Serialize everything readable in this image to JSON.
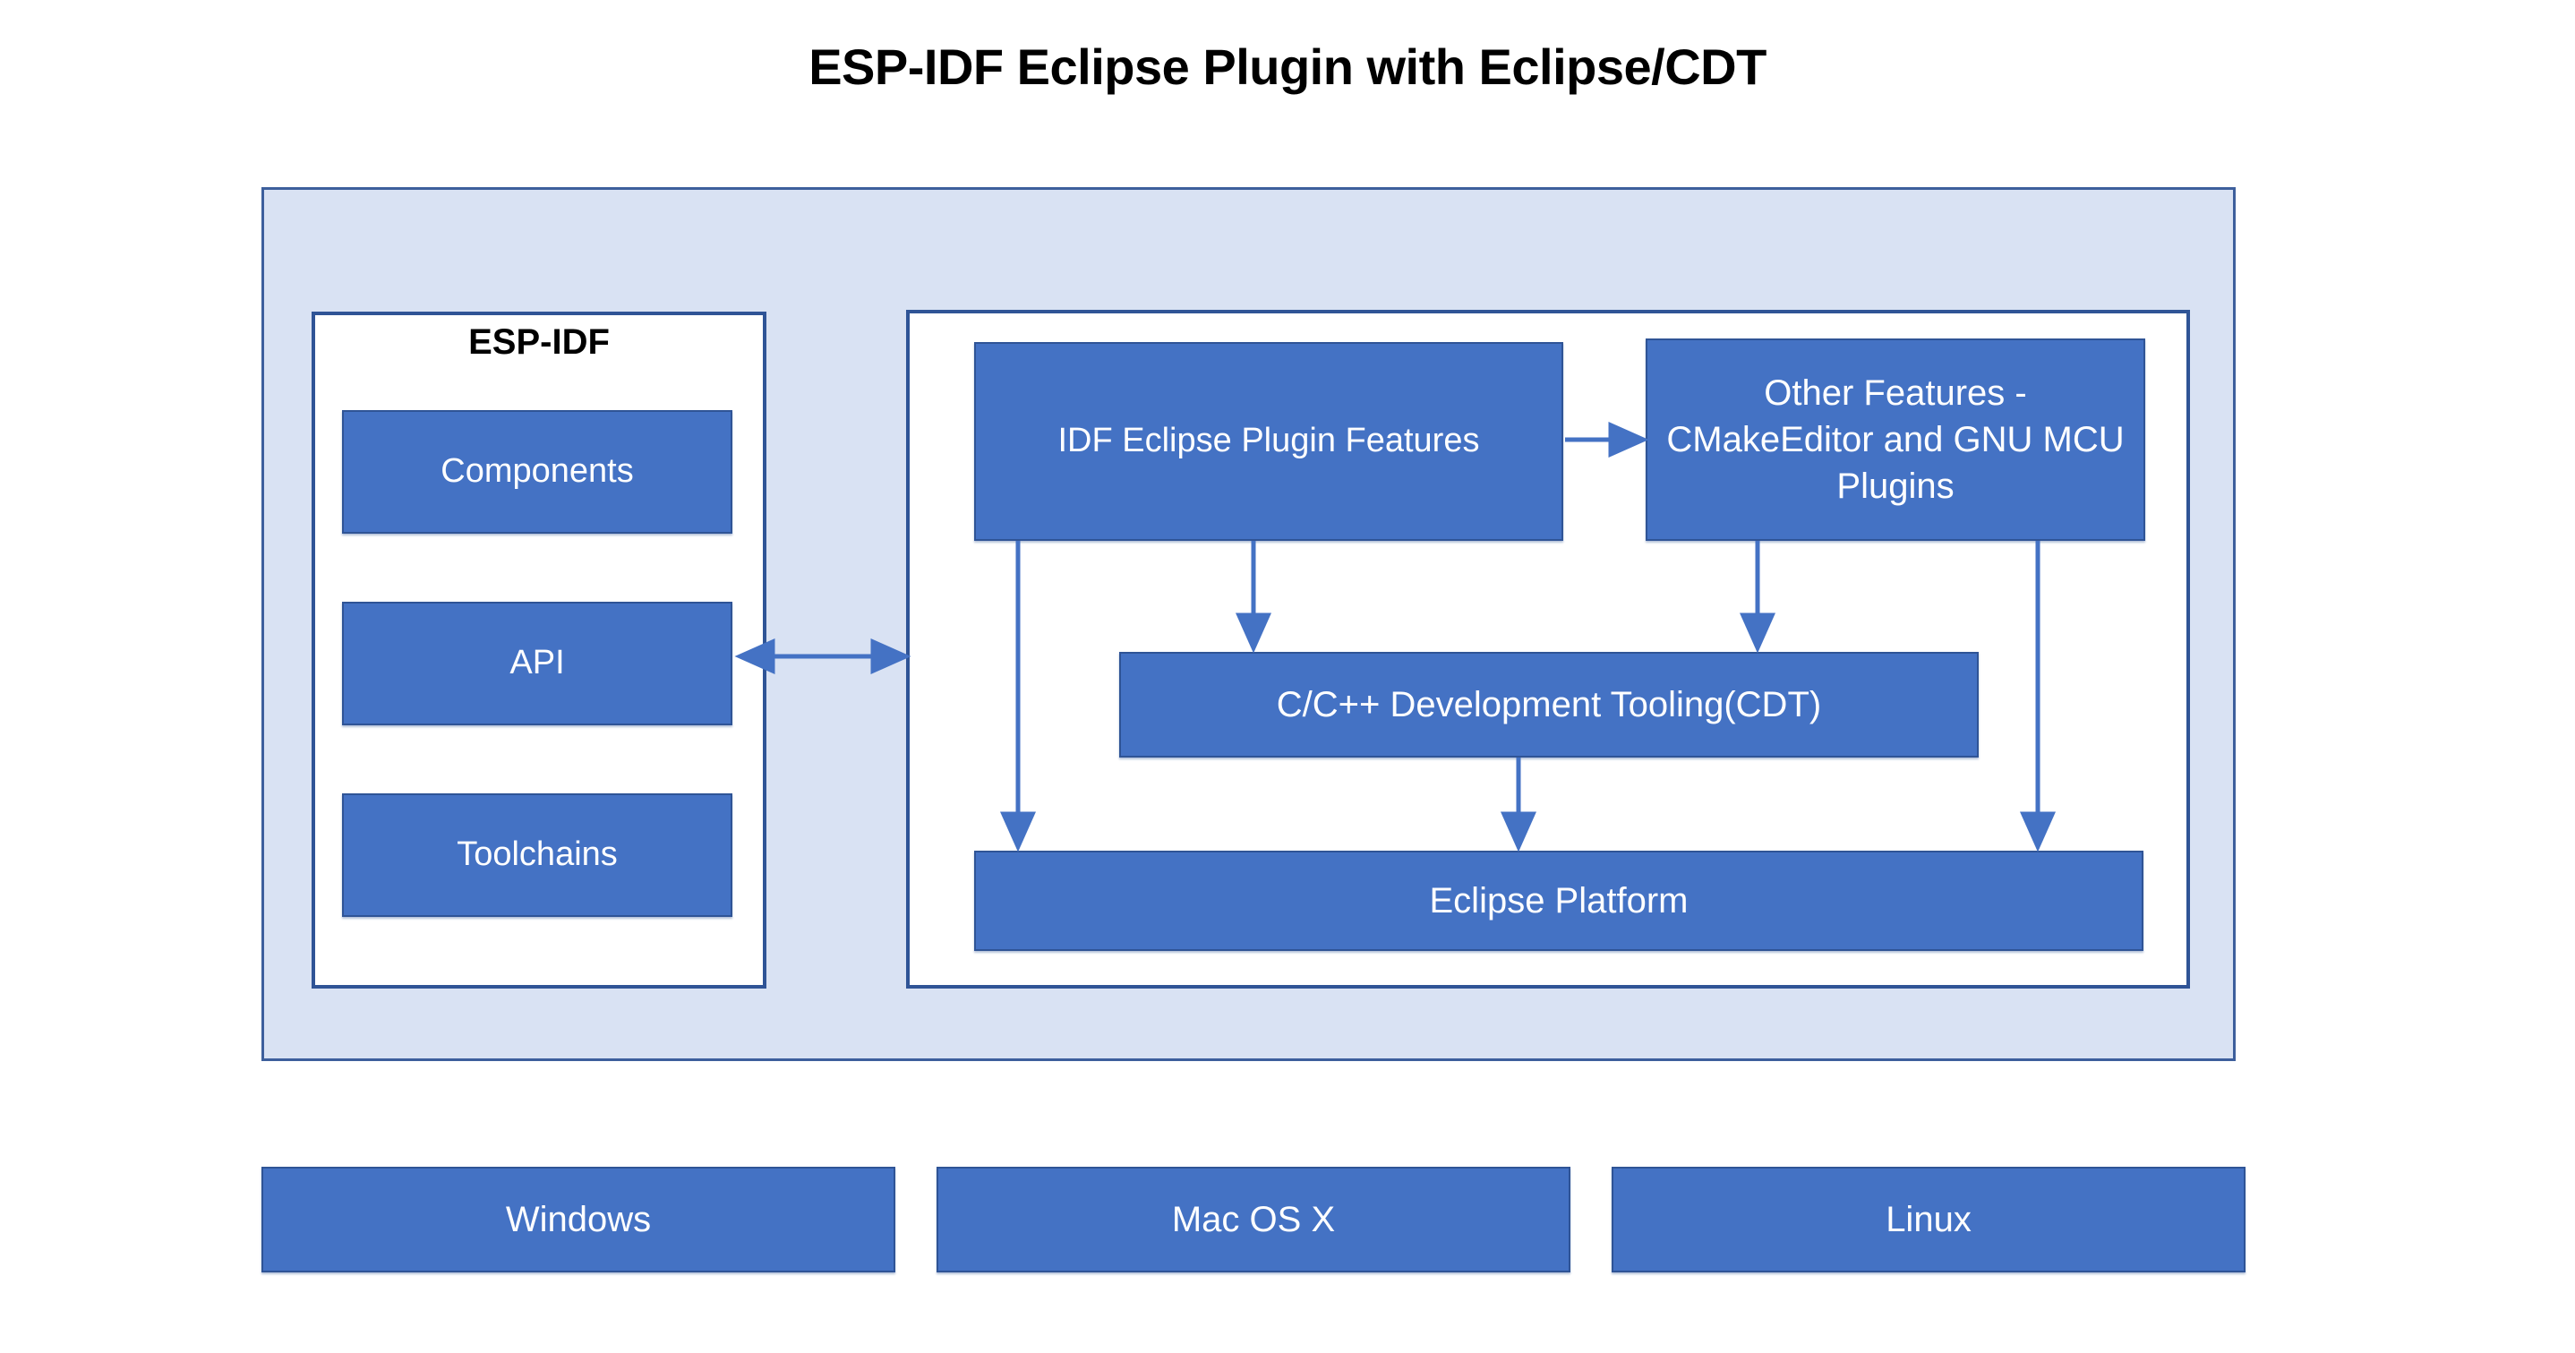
{
  "title": "ESP-IDF Eclipse Plugin with Eclipse/CDT",
  "colors": {
    "box_fill": "#4472C4",
    "box_border": "#2F5496",
    "container_fill": "#D9E2F3",
    "container_border": "#3D5F9C",
    "panel_fill": "#FFFFFF",
    "arrow": "#4472C4",
    "text_on_box": "#FFFFFF",
    "heading_text": "#000000"
  },
  "esp_idf_panel": {
    "heading": "ESP-IDF",
    "boxes": [
      {
        "label": "Components"
      },
      {
        "label": "API"
      },
      {
        "label": "Toolchains"
      }
    ]
  },
  "eclipse_panel": {
    "boxes": [
      {
        "label": "IDF Eclipse Plugin Features"
      },
      {
        "label": "Other Features - CMakeEditor and GNU MCU Plugins"
      },
      {
        "label": "C/C++ Development Tooling(CDT)"
      },
      {
        "label": "Eclipse Platform"
      }
    ]
  },
  "platforms": [
    {
      "label": "Windows"
    },
    {
      "label": "Mac OS X"
    },
    {
      "label": "Linux"
    }
  ],
  "connectors": [
    {
      "name": "esp-idf-to-eclipse",
      "type": "bidirectional-horizontal"
    },
    {
      "name": "idf-features-to-other-features",
      "type": "arrow-right"
    },
    {
      "name": "idf-features-to-eclipse-platform",
      "type": "arrow-down"
    },
    {
      "name": "idf-features-to-cdt",
      "type": "arrow-down"
    },
    {
      "name": "other-features-to-cdt",
      "type": "arrow-down"
    },
    {
      "name": "other-features-to-eclipse-platform",
      "type": "arrow-down"
    },
    {
      "name": "cdt-to-eclipse-platform",
      "type": "arrow-down"
    }
  ]
}
